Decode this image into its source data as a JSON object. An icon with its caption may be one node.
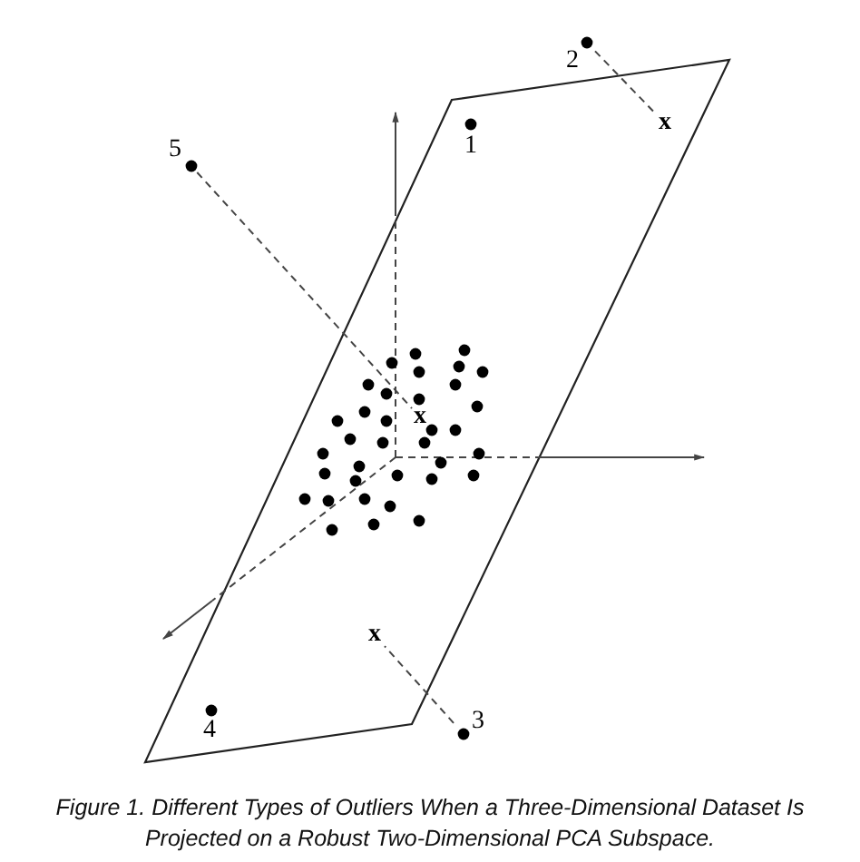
{
  "diagram": {
    "caption": "Figure 1. Different Types of Outliers When a Three-Dimensional Dataset Is Projected on a Robust Two-Dimensional PCA Subspace.",
    "nodes": [
      {
        "text": [
          "1"
        ]
      },
      {
        "text": [
          "2"
        ]
      },
      {
        "text": [
          "x"
        ]
      },
      {
        "text": [
          "5"
        ]
      },
      {
        "text": [
          "x"
        ]
      },
      {
        "text": [
          "3"
        ]
      },
      {
        "text": [
          "x"
        ]
      },
      {
        "text": [
          "4"
        ]
      }
    ],
    "edges": [
      {
        "from": 1,
        "to": 2,
        "arrow": "none",
        "style": "dashed"
      },
      {
        "from": 3,
        "to": 4,
        "arrow": "none",
        "style": "dashed"
      },
      {
        "from": 5,
        "to": 6,
        "arrow": "none",
        "style": "dashed"
      }
    ]
  }
}
